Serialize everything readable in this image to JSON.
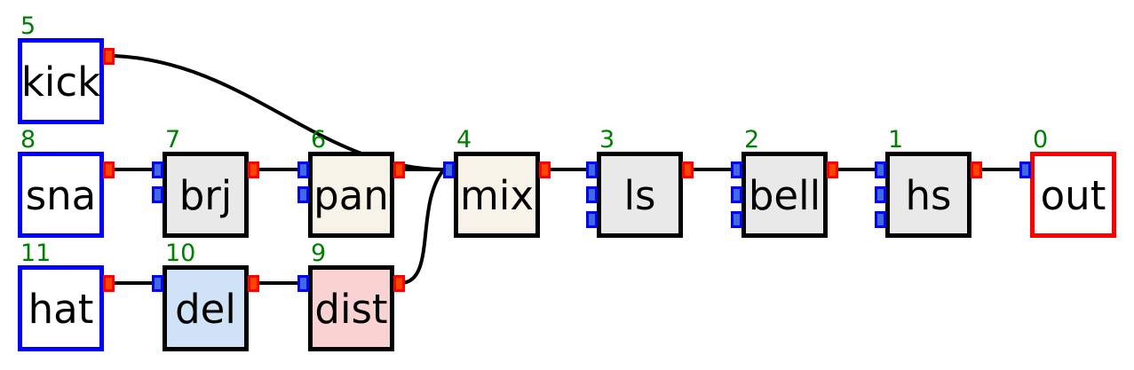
{
  "diagram": {
    "title": "audio-node-graph",
    "background": "#ffffff",
    "edge_color": "#000000",
    "colors": {
      "node_id_label": "#008000",
      "source_border": "#0000ff",
      "sink_border": "#ff0000",
      "processor_border": "#000000",
      "input_port_fill": "#4169e1",
      "input_port_border": "#0000ff",
      "output_port_fill": "#ff4400",
      "output_port_border": "#ff0000",
      "fill_gray": "#e9e9e9",
      "fill_cream": "#f7f3e8",
      "fill_lightblue": "#cfe2f6",
      "fill_pink": "#f9d2d2",
      "fill_white": "#ffffff"
    },
    "nodes": [
      {
        "id": 5,
        "label": "kick",
        "kind": "source",
        "fill": "#ffffff",
        "inputs": 0,
        "outputs": 1
      },
      {
        "id": 8,
        "label": "sna",
        "kind": "source",
        "fill": "#ffffff",
        "inputs": 0,
        "outputs": 1
      },
      {
        "id": 11,
        "label": "hat",
        "kind": "source",
        "fill": "#ffffff",
        "inputs": 0,
        "outputs": 1
      },
      {
        "id": 7,
        "label": "brj",
        "kind": "processor",
        "fill": "#e9e9e9",
        "inputs": 2,
        "outputs": 1
      },
      {
        "id": 10,
        "label": "del",
        "kind": "processor",
        "fill": "#cfe2f6",
        "inputs": 1,
        "outputs": 1
      },
      {
        "id": 6,
        "label": "pan",
        "kind": "processor",
        "fill": "#f7f3e8",
        "inputs": 2,
        "outputs": 1
      },
      {
        "id": 9,
        "label": "dist",
        "kind": "processor",
        "fill": "#f9d2d2",
        "inputs": 1,
        "outputs": 1
      },
      {
        "id": 4,
        "label": "mix",
        "kind": "processor",
        "fill": "#f7f3e8",
        "inputs": 1,
        "outputs": 1
      },
      {
        "id": 3,
        "label": "ls",
        "kind": "processor",
        "fill": "#e9e9e9",
        "inputs": 3,
        "outputs": 1
      },
      {
        "id": 2,
        "label": "bell",
        "kind": "processor",
        "fill": "#e9e9e9",
        "inputs": 3,
        "outputs": 1
      },
      {
        "id": 1,
        "label": "hs",
        "kind": "processor",
        "fill": "#e9e9e9",
        "inputs": 3,
        "outputs": 1
      },
      {
        "id": 0,
        "label": "out",
        "kind": "sink",
        "fill": "#ffffff",
        "inputs": 1,
        "outputs": 0
      }
    ],
    "edges": [
      {
        "from": "kick",
        "to": "mix"
      },
      {
        "from": "sna",
        "to": "brj"
      },
      {
        "from": "brj",
        "to": "pan"
      },
      {
        "from": "pan",
        "to": "mix"
      },
      {
        "from": "hat",
        "to": "del"
      },
      {
        "from": "del",
        "to": "dist"
      },
      {
        "from": "dist",
        "to": "mix"
      },
      {
        "from": "mix",
        "to": "ls"
      },
      {
        "from": "ls",
        "to": "bell"
      },
      {
        "from": "bell",
        "to": "hs"
      },
      {
        "from": "hs",
        "to": "out"
      }
    ]
  }
}
